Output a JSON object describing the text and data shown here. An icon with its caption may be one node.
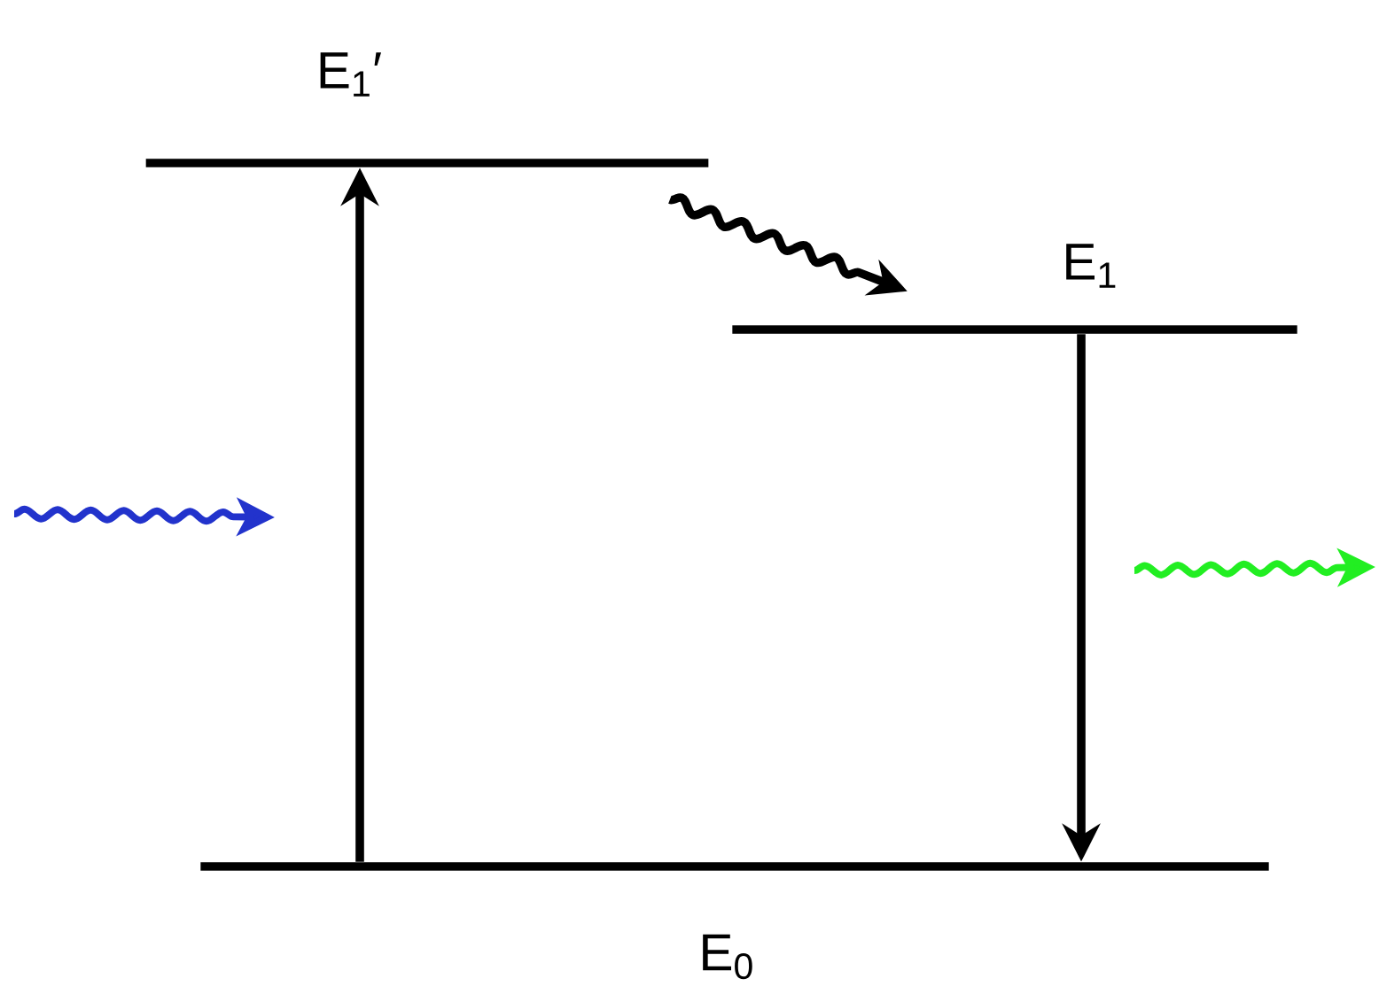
{
  "diagram": {
    "nodes": [
      {
        "text": [
          "E$_{1}$′"
        ]
      },
      {
        "text": [
          "E$_{1}$"
        ]
      },
      {
        "text": [
          "E$_{0}$"
        ]
      }
    ],
    "edges": [
      {
        "from": 2,
        "to": 0,
        "arrow": "to"
      },
      {
        "from": 0,
        "to": 1,
        "arrow": "to"
      },
      {
        "from": 1,
        "to": 2,
        "arrow": "to"
      }
    ]
  }
}
